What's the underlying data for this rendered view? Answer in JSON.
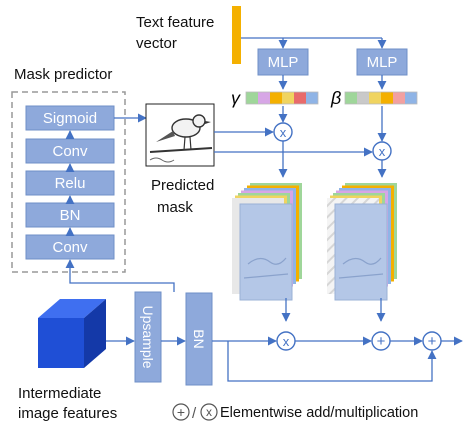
{
  "text_feature": {
    "line1": "Text feature",
    "line2": "vector"
  },
  "mask_predictor": {
    "title": "Mask predictor",
    "layers": [
      "Sigmoid",
      "Conv",
      "Relu",
      "BN",
      "Conv"
    ]
  },
  "mlp_left": "MLP",
  "mlp_right": "MLP",
  "gamma": "γ",
  "beta": "β",
  "predicted_mask": {
    "line1": "Predicted",
    "line2": "mask"
  },
  "upsample": "Upsample",
  "bn_main": "BN",
  "intermediate": {
    "line1": "Intermediate",
    "line2": "image features"
  },
  "legend": {
    "add_symbol": "+",
    "slash": "/",
    "mult_symbol": "x",
    "text": "Elementwise add/multiplication"
  },
  "op_symbols": {
    "mult": "x",
    "add": "+"
  },
  "colors": {
    "block_fill": "#8ea9db",
    "block_stroke": "#6f8fc7",
    "arrow": "#4472c4",
    "text_vector": "#f4b000",
    "dashed_box": "#999999",
    "cube_front": "#1f4fd6",
    "cube_top": "#3f6ff0",
    "cube_side": "#1439a8",
    "stack_front": "#b4c7e7"
  },
  "gamma_colors": [
    "#9fd69a",
    "#d7a6e6",
    "#f4b000",
    "#f0d460",
    "#e86b6b",
    "#8fb4e6"
  ],
  "beta_colors": [
    "#9fd69a",
    "#c9c9c9",
    "#f0d460",
    "#f4b000",
    "#f2a0a0",
    "#8fb4e6"
  ]
}
